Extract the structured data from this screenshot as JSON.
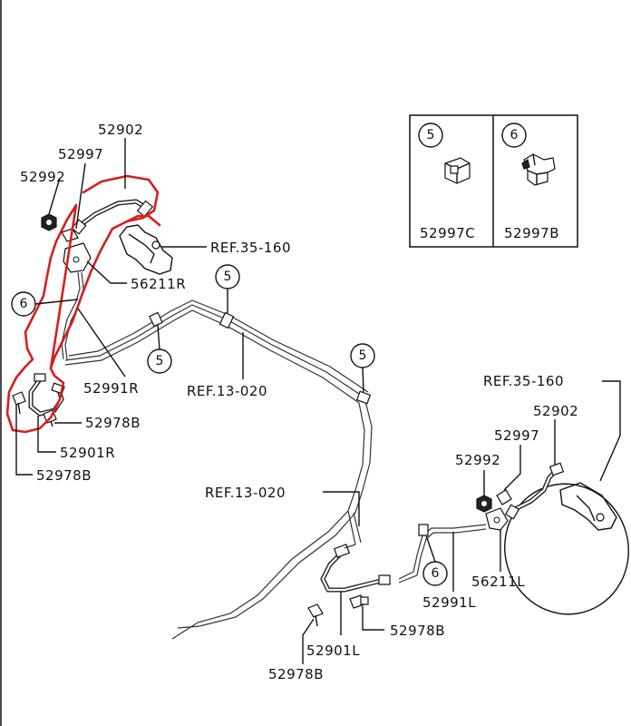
{
  "labels": {
    "hose_upper_left": "52902",
    "clip_upper_left": "52997",
    "nut_upper_left": "52992",
    "ref_35_160_left": "REF.35-160",
    "bracket_left": "56211R",
    "pipe_left": "52991R",
    "ref_13_020_top": "REF.13-020",
    "bolt_left_right": "52978B",
    "hose_lower_left": "52901R",
    "bolt_left_bottom": "52978B",
    "ref_35_160_right": "REF.35-160",
    "hose_upper_right": "52902",
    "clip_upper_right": "52997",
    "nut_upper_right": "52992",
    "ref_13_020_mid": "REF.13-020",
    "bracket_right": "56211L",
    "pipe_right": "52991L",
    "bolt_right_right": "52978B",
    "hose_lower_right": "52901L",
    "bolt_right_bottom": "52978B"
  },
  "callouts": {
    "c5_inset": "5",
    "c6_inset": "6",
    "c5_top": "5",
    "c5_left": "5",
    "c5_right": "5",
    "c6_left": "6",
    "c6_bottom": "6"
  },
  "inset": {
    "part_5": "52997C",
    "part_6": "52997B"
  },
  "colors": {
    "annotation_red": "#d81e1e",
    "line_black": "#111111",
    "background": "#ffffff"
  }
}
